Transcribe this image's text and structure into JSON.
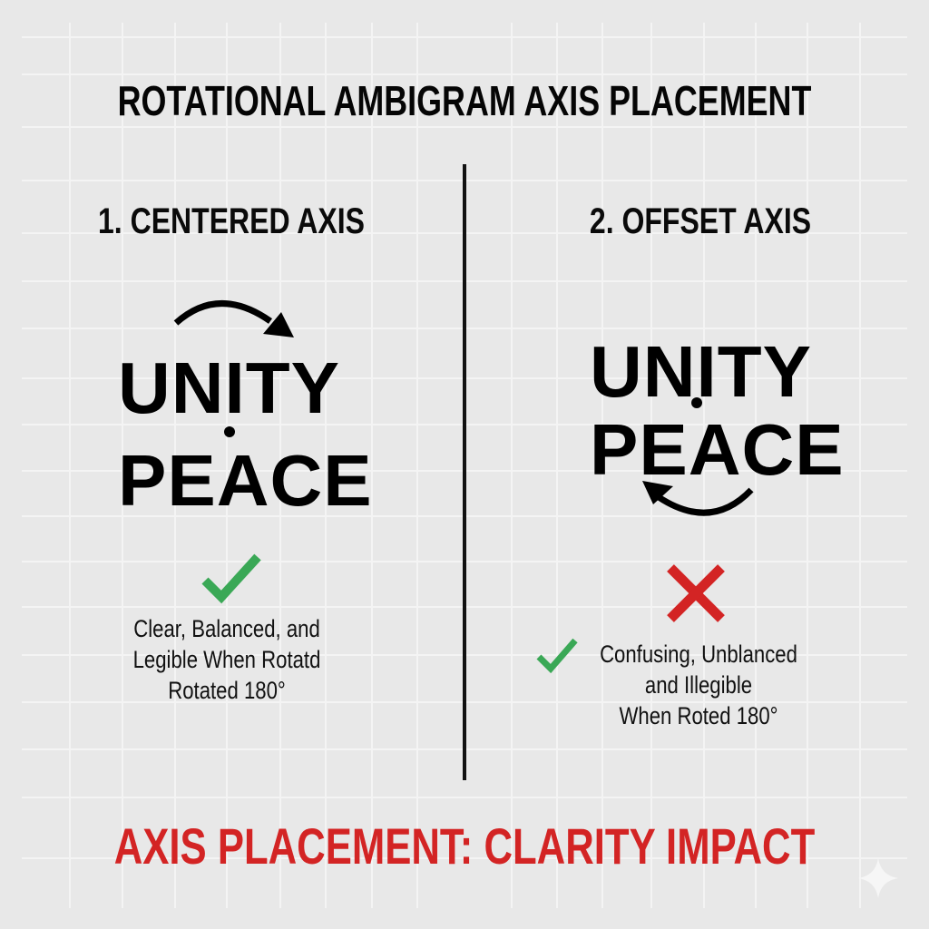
{
  "title": "ROTATIONAL AMBIGRAM AXIS PLACEMENT",
  "sections": [
    {
      "heading": "1. CENTERED AXIS",
      "word_top": "UNITY",
      "word_bottom": "PEACE",
      "arrow": "clockwise-arrow-above",
      "verdict_icon": "check-icon",
      "verdict_color": "#3aa856",
      "caption_lines": [
        "Clear, Balanced, and",
        "Legible When Rotatd",
        "Rotated 180°"
      ]
    },
    {
      "heading": "2. OFFSET AXIS",
      "word_top": "UNITY",
      "word_bottom": "PEACE",
      "arrow": "counterclockwise-arrow-below",
      "verdict_icon": "x-icon",
      "verdict_color": "#d32424",
      "inline_icon": "check-icon",
      "caption_lines": [
        "Confusing, Unblanced",
        "and Illegible",
        "When Roted 180°"
      ]
    }
  ],
  "footer": "AXIS PLACEMENT: CLARITY IMPACT",
  "colors": {
    "background": "#e8e8e8",
    "grid": "#f4f4f4",
    "text": "#0a0a0a",
    "accent_red": "#d32424",
    "accent_green": "#3aa856"
  }
}
